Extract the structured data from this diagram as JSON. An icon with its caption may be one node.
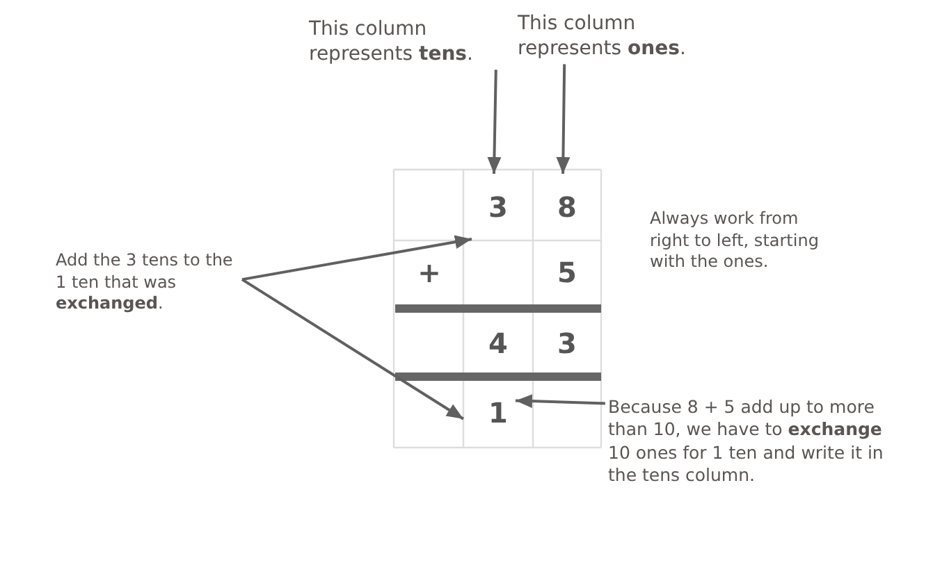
{
  "diagram": {
    "nodes": [
      {
        "text": [
          "This column represents **tens**."
        ]
      },
      {
        "text": [
          "This column represents **ones**."
        ]
      },
      {
        "text": [
          "3"
        ]
      },
      {
        "text": [
          "8"
        ]
      },
      {
        "text": [
          "Add the 3 tens to the 1 ten that was **exchanged**."
        ]
      },
      {
        "text": [
          "1"
        ]
      },
      {
        "text": [
          "Because 8 + 5 add up to more than 10, we have to **exchange** 10 ones for 1 ten and write it in the tens column."
        ]
      }
    ],
    "edges": [
      {
        "from": 0,
        "to": 2,
        "arrow": "to"
      },
      {
        "from": 1,
        "to": 3,
        "arrow": "to"
      },
      {
        "from": 4,
        "to": 2,
        "arrow": "to"
      },
      {
        "from": 4,
        "to": 5,
        "arrow": "to"
      },
      {
        "from": 6,
        "to": 5,
        "arrow": "to"
      }
    ],
    "labels": [
      "+",
      "5",
      "4",
      "3",
      "Always work from right to left, starting with the ones."
    ]
  }
}
